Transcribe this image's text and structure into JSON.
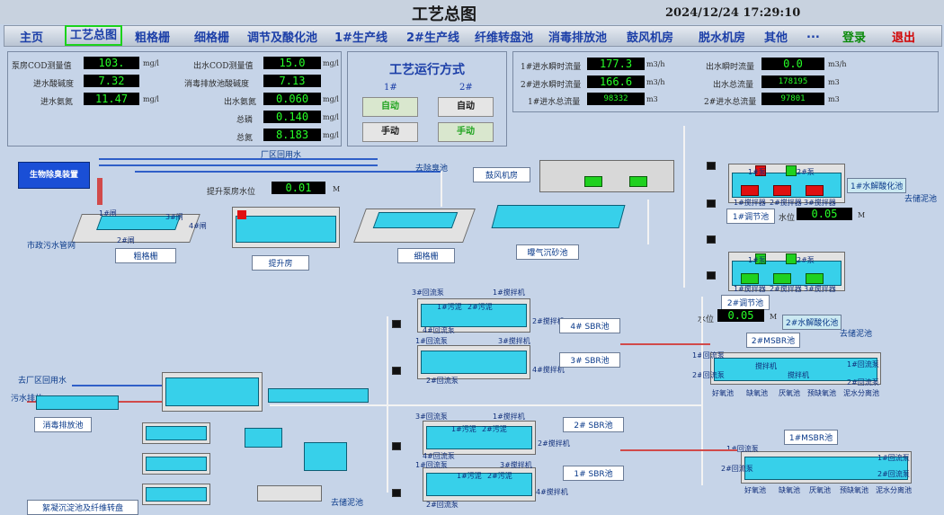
{
  "header": {
    "title": "工艺总图",
    "datetime": "2024/12/24  17:29:10"
  },
  "nav": [
    "主页",
    "工艺总图",
    "粗格栅",
    "细格栅",
    "调节及酸化池",
    "1#生产线",
    "2#生产线",
    "纤维转盘池",
    "消毒排放池",
    "鼓风机房",
    "脱水机房",
    "其他",
    "...",
    "登录",
    "退出"
  ],
  "left_panel": {
    "rows": [
      {
        "l1": "泵房COD测量值",
        "v1": "103.",
        "u1": "mg/l",
        "l2": "出水COD测量值",
        "v2": "15.0",
        "u2": "mg/l"
      },
      {
        "l1": "进水酸碱度",
        "v1": "7.32",
        "u1": "",
        "l2": "消毒排放池酸碱度",
        "v2": "7.13",
        "u2": ""
      },
      {
        "l1": "进水氨氮",
        "v1": "11.47",
        "u1": "mg/l",
        "l2": "出水氨氮",
        "v2": "0.060",
        "u2": "mg/l"
      },
      {
        "l1": "",
        "v1": "",
        "u1": "",
        "l2": "总磷",
        "v2": "0.140",
        "u2": "mg/l"
      },
      {
        "l1": "",
        "v1": "",
        "u1": "",
        "l2": "总氮",
        "v2": "8.183",
        "u2": "mg/l"
      }
    ]
  },
  "mode_panel": {
    "title": "工艺运行方式",
    "col1": "1#",
    "col2": "2#",
    "auto": "自动",
    "manual": "手动"
  },
  "right_panel": {
    "rows": [
      {
        "l1": "1#进水瞬时流量",
        "v1": "177.3",
        "u1": "m3/h",
        "l2": "出水瞬时流量",
        "v2": "0.0",
        "u2": "m3/h"
      },
      {
        "l1": "2#进水瞬时流量",
        "v1": "166.6",
        "u1": "m3/h",
        "l2": "出水总流量",
        "v2": "178195",
        "u2": "m3"
      },
      {
        "l1": "1#进水总流量",
        "v1": "98332",
        "u1": "m3",
        "l2": "2#进水总流量",
        "v2": "97801",
        "u2": "m3"
      }
    ]
  },
  "labels": {
    "bio_deodor": "生物除臭装置",
    "reuse_water": "厂区回用水",
    "to_deodor": "去除臭池",
    "lift_level": "提升泵房水位",
    "lift_level_val": "0.01",
    "lift_level_unit": "M",
    "municipal": "市政污水管网",
    "coarse": "粗格栅",
    "lift": "提升房",
    "fine": "细格栅",
    "blower": "鼓风机房",
    "aeration": "曝气沉砂池",
    "gate1": "1#闸",
    "gate2": "2#闸",
    "gate3": "3#闸",
    "gate4": "4#闸",
    "p1": "1#泵",
    "p2": "2#泵",
    "s1": "1#搅拌器",
    "s2": "2#搅拌器",
    "s3": "3#搅拌器",
    "reg1": "1#调节池",
    "reg2": "2#调节池",
    "level": "水位",
    "level1": "0.05",
    "level2": "0.05",
    "m": "M",
    "hydro1": "1#水解酸化池",
    "hydro2": "2#水解酸化池",
    "to_sludge": "去储泥池",
    "msbr2": "2#MSBR池",
    "msbr1": "1#MSBR池",
    "sbr4": "4# SBR池",
    "sbr3": "3# SBR池",
    "sbr2": "2# SBR池",
    "sbr1": "1# SBR池",
    "ret1": "1#回流泵",
    "ret2": "2#回流泵",
    "ret3": "3#回流泵",
    "ret4": "4#回流泵",
    "mix1": "1#搅拌机",
    "mix2": "2#搅拌机",
    "mix3": "3#搅拌机",
    "mix4": "4#搅拌机",
    "sludge1": "1#污泥",
    "sludge2": "2#污泥",
    "stir": "搅拌机",
    "aerobic": "好氧池",
    "anoxic": "缺氧池",
    "anaerobic": "厌氧池",
    "pre_anoxic": "预缺氧池",
    "separation": "泥水分离池",
    "reuse_out": "去厂区回用水",
    "sewage_out": "污水排放",
    "disinfect": "消毒排放池",
    "coag": "絮凝沉淀池及纤维转盘"
  }
}
